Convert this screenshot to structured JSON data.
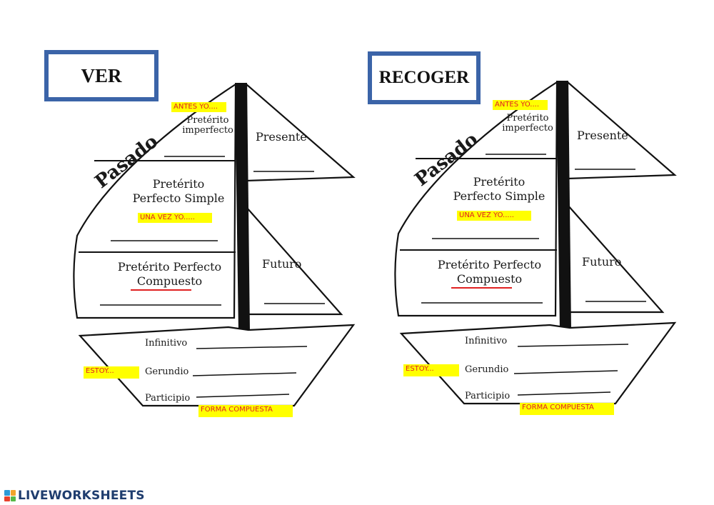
{
  "verbs": [
    "VER",
    "RECOGER"
  ],
  "boat": {
    "pasado": "Pasado",
    "preterito_imperfecto_line1": "Pretérito",
    "preterito_imperfecto_line2": "imperfecto",
    "antes_yo": "ANTES YO....",
    "preterito_perfecto_simple_line1": "Pretérito",
    "preterito_perfecto_simple_line2": "Perfecto Simple",
    "una_vez_yo": "UNA VEZ YO.....",
    "preterito_perfecto_compuesto_line1": "Pretérito Perfecto",
    "preterito_perfecto_compuesto_line2": "Compuesto",
    "presente": "Presente",
    "futuro": "Futuro",
    "infinitivo": "Infinitivo",
    "gerundio": "Gerundio",
    "participio": "Participio",
    "estoy": "ESTOY...",
    "forma_compuesta": "FORMA COMPUESTA"
  },
  "colors": {
    "verb_box_border": "#3b64a8",
    "highlight": "#ffff00",
    "highlight_text": "#e02020",
    "logo_text": "#1f3d6e"
  },
  "footer": {
    "logo_text": "LIVEWORKSHEETS",
    "logo_icon": "liveworksheets-logo-icon"
  }
}
